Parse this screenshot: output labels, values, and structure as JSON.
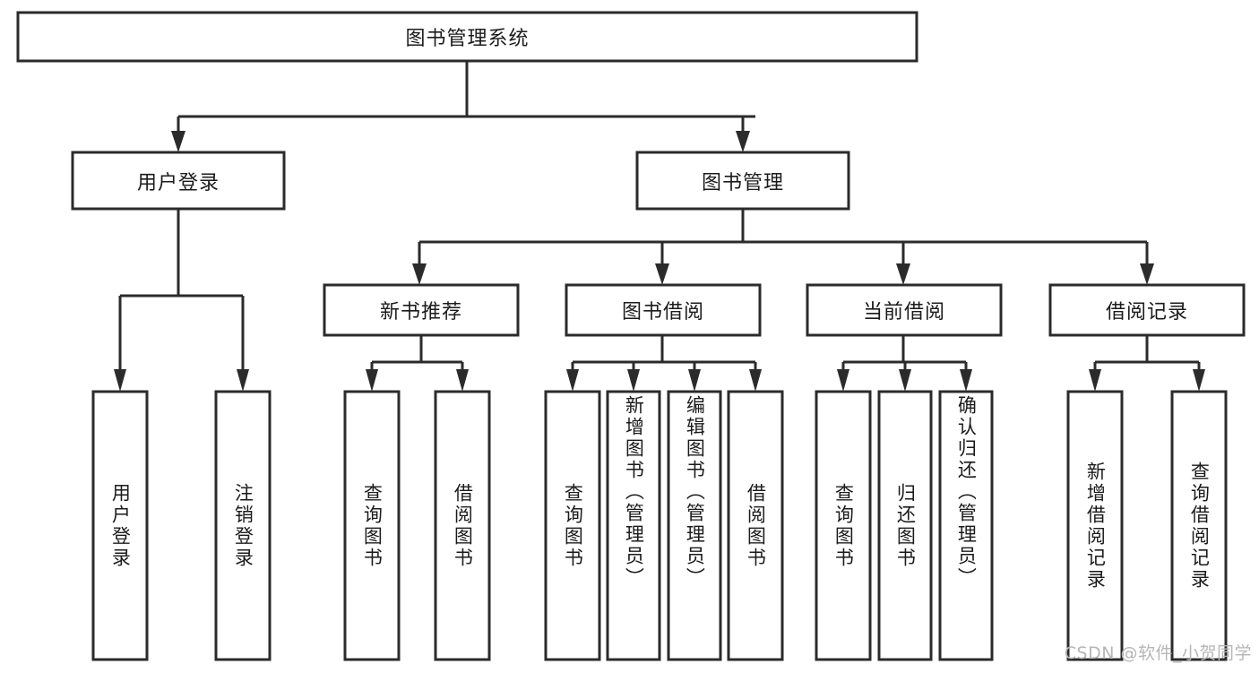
{
  "diagram": {
    "type": "tree-hierarchy",
    "title": "图书管理系统",
    "orientation": "top-down",
    "colors": {
      "box_fill": "#ffffff",
      "box_stroke": "#2b2b2b",
      "text": "#1b1b1b",
      "watermark": "#b6b6b6",
      "background": "#ffffff"
    },
    "root": {
      "label": "图书管理系统",
      "level": 0
    },
    "level1": [
      {
        "label": "用户登录",
        "level": 1
      },
      {
        "label": "图书管理",
        "level": 1
      }
    ],
    "level2": [
      {
        "label": "新书推荐",
        "level": 2,
        "parent": "图书管理"
      },
      {
        "label": "图书借阅",
        "level": 2,
        "parent": "图书管理"
      },
      {
        "label": "当前借阅",
        "level": 2,
        "parent": "图书管理"
      },
      {
        "label": "借阅记录",
        "level": 2,
        "parent": "图书管理"
      }
    ],
    "leaves": {
      "user_login": [
        {
          "label": "用户登录"
        },
        {
          "label": "注销登录"
        }
      ],
      "new_book_recommend": [
        {
          "label": "查询图书"
        },
        {
          "label": "借阅图书"
        }
      ],
      "book_borrow": [
        {
          "label": "查询图书"
        },
        {
          "label": "新增图书（管理员）"
        },
        {
          "label": "编辑图书（管理员）"
        },
        {
          "label": "借阅图书"
        }
      ],
      "current_borrow": [
        {
          "label": "查询图书"
        },
        {
          "label": "归还图书"
        },
        {
          "label": "确认归还（管理员）"
        }
      ],
      "borrow_record": [
        {
          "label": "新增借阅记录"
        },
        {
          "label": "查询借阅记录"
        }
      ]
    }
  },
  "watermark": {
    "text": "CSDN @软件_小贺同学"
  }
}
